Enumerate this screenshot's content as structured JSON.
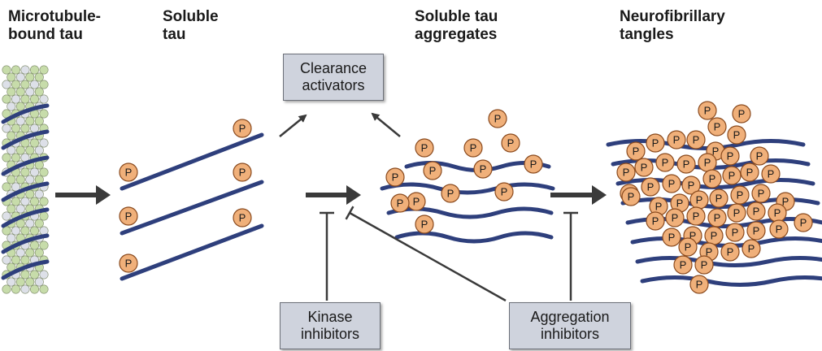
{
  "stages": {
    "microtubule_bound": "Microtubule-\nbound tau",
    "soluble": "Soluble\ntau",
    "aggregates": "Soluble tau\naggregates",
    "tangles": "Neurofibrillary\ntangles"
  },
  "boxes": {
    "clearance": "Clearance\nactivators",
    "kinase": "Kinase\ninhibitors",
    "aggregation": "Aggregation\ninhibitors"
  },
  "phospho_label": "P",
  "colors": {
    "tau_strand": "#2e3f7c",
    "phospho_fill": "#f0b07a",
    "phospho_stroke": "#8a4a1e",
    "arrow": "#3a3a3a",
    "box_fill": "#cfd3dd",
    "microtubule_green": "#c7dcaa",
    "microtubule_grey": "#dde0e8"
  }
}
